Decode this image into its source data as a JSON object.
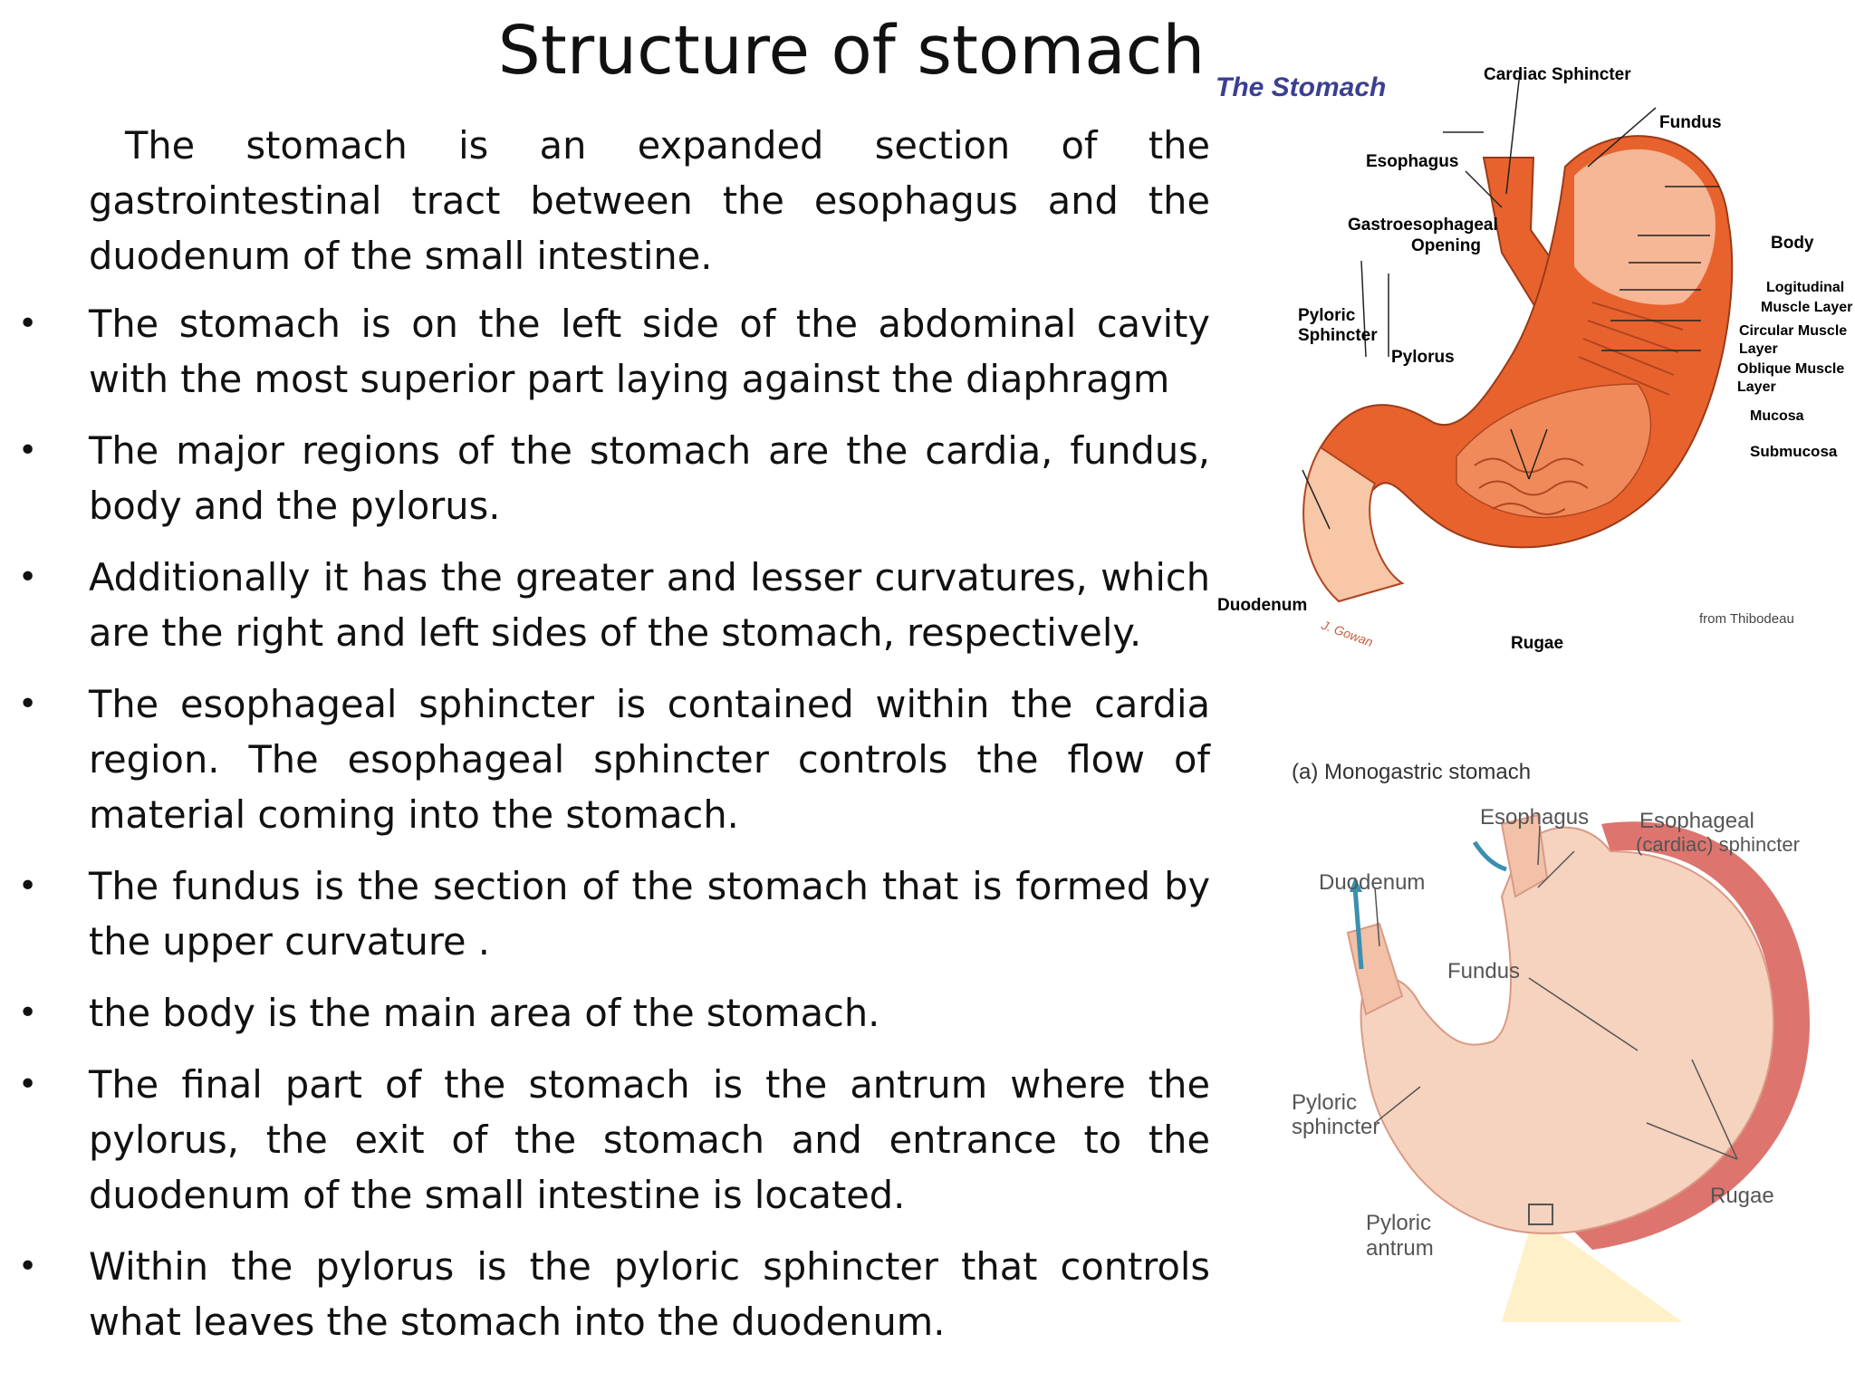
{
  "title": "Structure of stomach",
  "intro": "The stomach is an expanded section of the gastrointestinal tract between the esophagus and the duodenum of the small intestine.",
  "bullets": [
    "The stomach is on the left side of the abdominal cavity with the most superior part laying against the diaphragm",
    "The major regions of the stomach are the cardia, fundus, body and the pylorus.",
    "Additionally it has the greater and lesser curvatures, which are the right and left sides of the stomach, respectively.",
    "The esophageal sphincter is contained within the cardia region. The esophageal sphincter controls the flow of material coming into the stomach.",
    "The fundus is the section of the stomach that is formed by the upper curvature .",
    "the body is the main area of the stomach.",
    "The final part of the stomach is the antrum where the pylorus, the exit of the stomach and entrance to the duodenum of the small intestine is located.",
    "Within the pylorus is the pyloric sphincter that controls what leaves the stomach into the duodenum."
  ],
  "bullet_glyph": "•",
  "diagram1": {
    "heading": "The Stomach",
    "labels": {
      "cardiac_sphincter": "Cardiac Sphincter",
      "fundus": "Fundus",
      "esophagus": "Esophagus",
      "gastro_1": "Gastroesophageal",
      "gastro_2": "Opening",
      "body": "Body",
      "pyloric_sph_1": "Pyloric",
      "pyloric_sph_2": "Sphincter",
      "pylorus": "Pylorus",
      "longitudinal_1": "Logitudinal",
      "longitudinal_2": "Muscle Layer",
      "circular_1": "Circular Muscle",
      "circular_2": "Layer",
      "oblique_1": "Oblique Muscle",
      "oblique_2": "Layer",
      "mucosa": "Mucosa",
      "submucosa": "Submucosa",
      "duodenum": "Duodenum",
      "rugae": "Rugae",
      "credit": "from Thibodeau",
      "signature": "J. Gowan"
    }
  },
  "diagram2": {
    "heading": "(a) Monogastric stomach",
    "labels": {
      "esophagus": "Esophagus",
      "esoph_sph_1": "Esophageal",
      "esoph_sph_2": "(cardiac) sphincter",
      "duodenum": "Duodenum",
      "fundus": "Fundus",
      "pyloric_sph_1": "Pyloric",
      "pyloric_sph_2": "sphincter",
      "rugae": "Rugae",
      "antrum_1": "Pyloric",
      "antrum_2": "antrum"
    }
  },
  "colors": {
    "stomach_orange": "#e8622e",
    "stomach_light": "#f7c7a8",
    "heading_blue": "#3b3f91",
    "pale_stomach": "#f5d3bf",
    "curvature_red": "#d9655e"
  }
}
